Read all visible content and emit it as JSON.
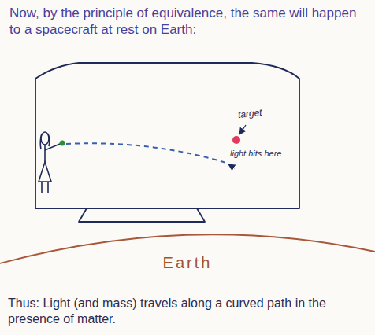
{
  "diagram": {
    "title": "Now, by the principle of equivalence, the same will happen to a spacecraft at rest on Earth:",
    "caption": "Thus: Light (and mass) travels along a curved path in the presence of matter.",
    "nodes": [
      {
        "text": [
          "target",
          "light hits here"
        ]
      },
      {
        "text": [
          "Earth"
        ]
      }
    ]
  }
}
